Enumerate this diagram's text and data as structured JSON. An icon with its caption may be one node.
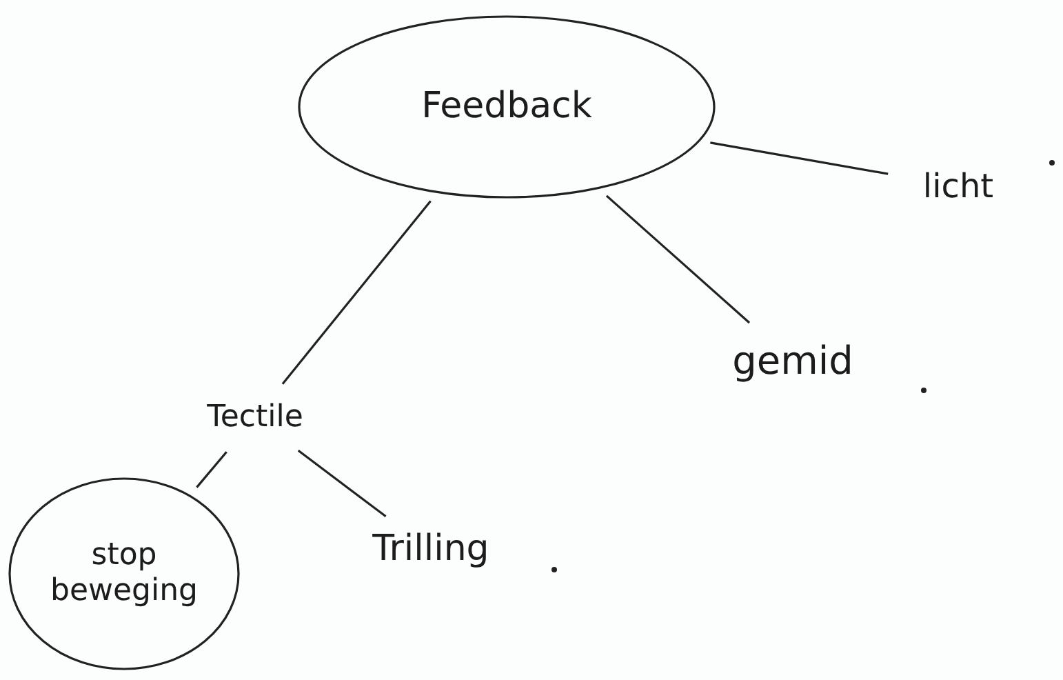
{
  "diagram": {
    "nodes": [
      {
        "text": [
          "Feedback"
        ]
      },
      {
        "text": [
          "licht"
        ]
      },
      {
        "text": [
          "gemid"
        ]
      },
      {
        "text": [
          "Tectile"
        ]
      },
      {
        "text": [
          "stop beweging"
        ]
      },
      {
        "text": [
          "Trilling"
        ]
      }
    ],
    "edges": [
      {
        "from": 0,
        "to": 1,
        "arrow": "none"
      },
      {
        "from": 0,
        "to": 2,
        "arrow": "none"
      },
      {
        "from": 0,
        "to": 3,
        "arrow": "none"
      },
      {
        "from": 3,
        "to": 4,
        "arrow": "none"
      },
      {
        "from": 3,
        "to": 5,
        "arrow": "none"
      }
    ]
  }
}
